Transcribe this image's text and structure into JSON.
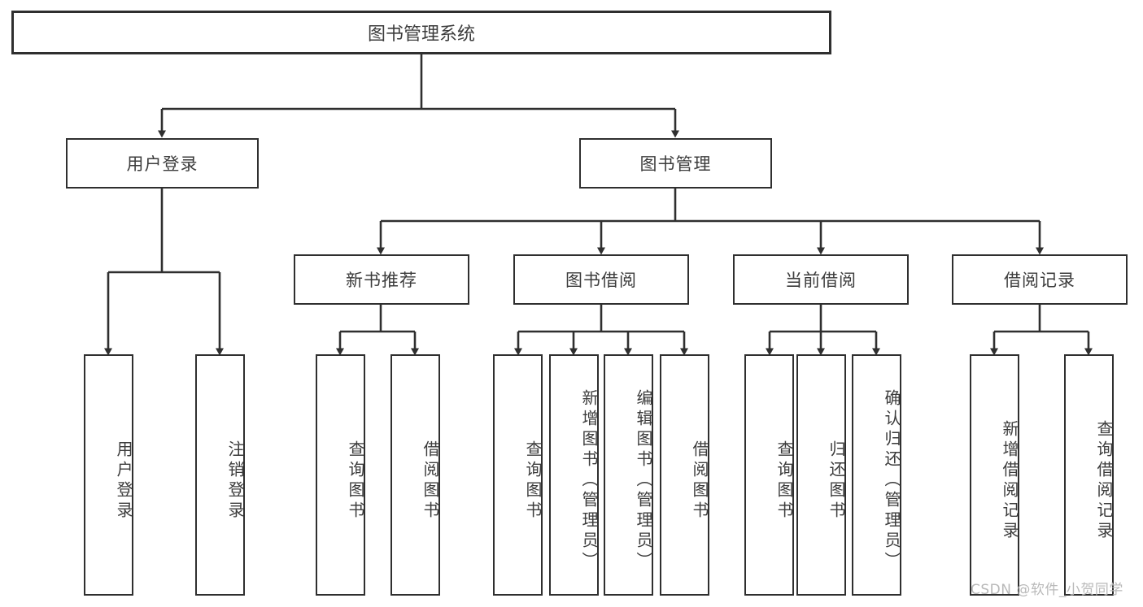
{
  "diagram": {
    "type": "tree-hierarchy",
    "title": "图书管理系统",
    "watermark": "CSDN @软件_小贺同学",
    "colors": {
      "border": "#2f2f2f",
      "text": "#3c3c3c",
      "background": "#ffffff",
      "watermark": "#b9b9b9"
    },
    "root": {
      "label": "图书管理系统"
    },
    "level2": [
      {
        "label": "用户登录"
      },
      {
        "label": "图书管理"
      }
    ],
    "level3": [
      {
        "label": "新书推荐"
      },
      {
        "label": "图书借阅"
      },
      {
        "label": "当前借阅"
      },
      {
        "label": "借阅记录"
      }
    ],
    "leaves": {
      "user_login": [
        {
          "label": "用户登录"
        },
        {
          "label": "注销登录"
        }
      ],
      "new_book": [
        {
          "label": "查询图书"
        },
        {
          "label": "借阅图书"
        }
      ],
      "book_borrow": [
        {
          "label": "查询图书"
        },
        {
          "label": "新增图书（管理员）"
        },
        {
          "label": "编辑图书（管理员）"
        },
        {
          "label": "借阅图书"
        }
      ],
      "current_borrow": [
        {
          "label": "查询图书"
        },
        {
          "label": "归还图书"
        },
        {
          "label": "确认归还（管理员）"
        }
      ],
      "borrow_record": [
        {
          "label": "新增借阅记录"
        },
        {
          "label": "查询借阅记录"
        }
      ]
    }
  }
}
